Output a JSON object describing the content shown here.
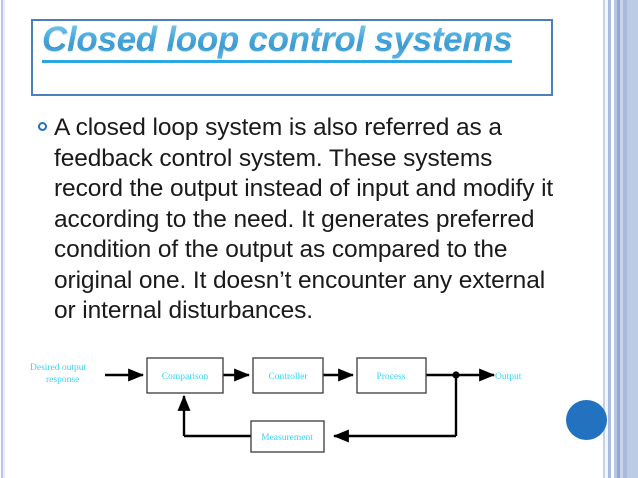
{
  "slide": {
    "title": "Closed loop control systems",
    "accent_color": "#2ba6e0",
    "title_border_color": "#4a7fba",
    "bullet_color": "#1f6fc4",
    "body_text": "A closed loop system is also referred as a feedback control system. These systems record the output instead of input and modify it according to the need. It generates preferred condition of the output as compared to the original one. It doesn’t encounter any external or internal disturbances.",
    "decoration": {
      "blue_circle_color": "#2272c0"
    }
  },
  "diagram": {
    "label_color": "#33d6f7",
    "input_label_line1": "Desired output",
    "input_label_line2": "response",
    "output_label": "Output",
    "blocks": [
      {
        "id": "comparison",
        "label": "Comparison"
      },
      {
        "id": "controller",
        "label": "Controller"
      },
      {
        "id": "process",
        "label": "Process"
      },
      {
        "id": "measurement",
        "label": "Measurement"
      }
    ]
  }
}
